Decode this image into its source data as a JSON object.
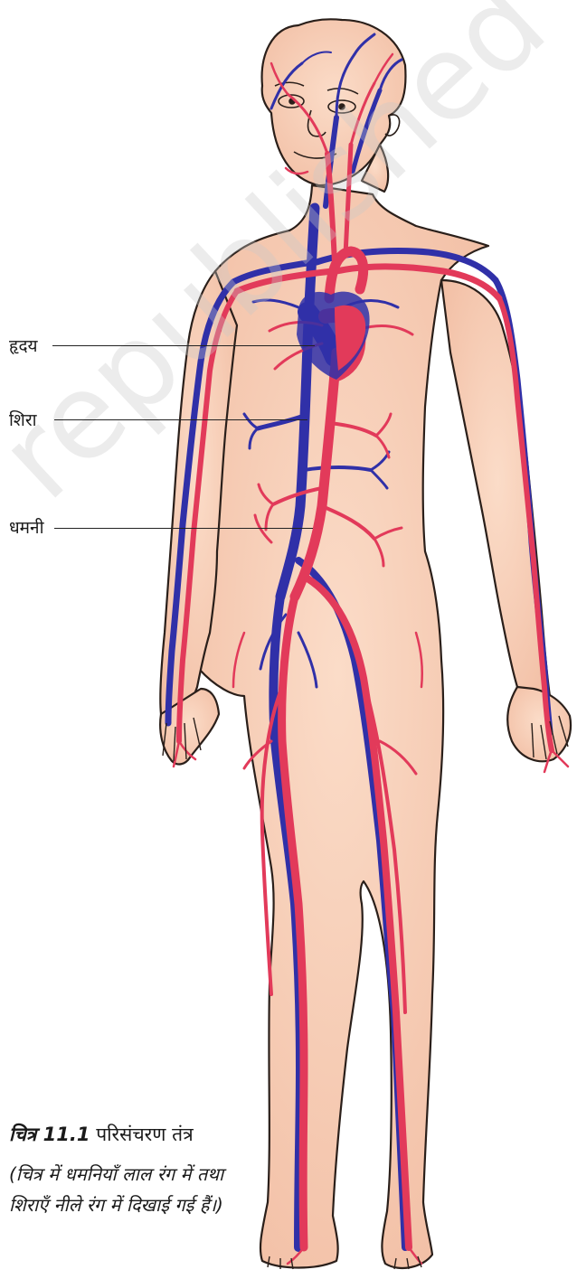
{
  "labels": {
    "heart": "हृदय",
    "vein": "शिरा",
    "artery": "धमनी"
  },
  "caption": {
    "figure_number": "चित्र 11.1",
    "title": "परिसंचरण तंत्र",
    "note": "(चित्र में धमनियाँ लाल रंग में तथा शिराएँ नीले रंग में दिखाई गई हैं।)"
  },
  "watermark_text": "republished",
  "colors": {
    "artery": "#e23a5a",
    "vein": "#3030a8",
    "skin": "#f9d3bd",
    "outline": "#2a1f1a"
  }
}
